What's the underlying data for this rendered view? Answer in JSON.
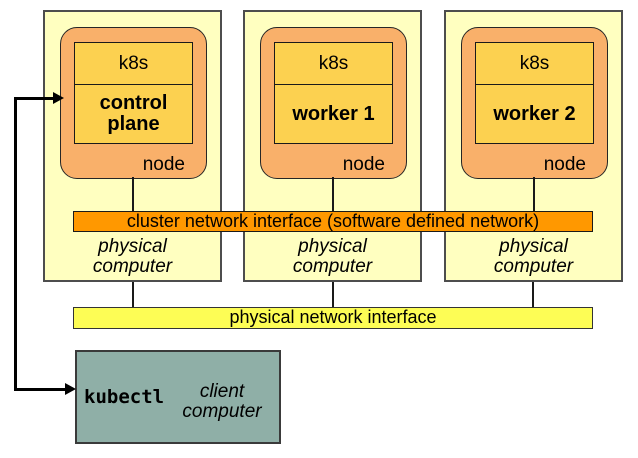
{
  "machines": [
    {
      "software": "k8s",
      "role": "control plane",
      "node_label": "node",
      "machine_type": "physical computer"
    },
    {
      "software": "k8s",
      "role": "worker 1",
      "node_label": "node",
      "machine_type": "physical computer"
    },
    {
      "software": "k8s",
      "role": "worker 2",
      "node_label": "node",
      "machine_type": "physical computer"
    }
  ],
  "network": {
    "cluster_interface_label": "cluster network interface (software defined network)",
    "physical_interface_label": "physical network interface"
  },
  "client": {
    "tool_label": "kubectl",
    "machine_type": "client computer"
  },
  "colors": {
    "physical_computer_fill": "#ffffc0",
    "node_fill": "#f9b06a",
    "k8s_fill": "#fcd150",
    "cluster_interface_fill": "#ff9800",
    "physical_interface_fill": "#fdfd55",
    "client_fill": "#8fafa7",
    "connector": "#000000"
  }
}
